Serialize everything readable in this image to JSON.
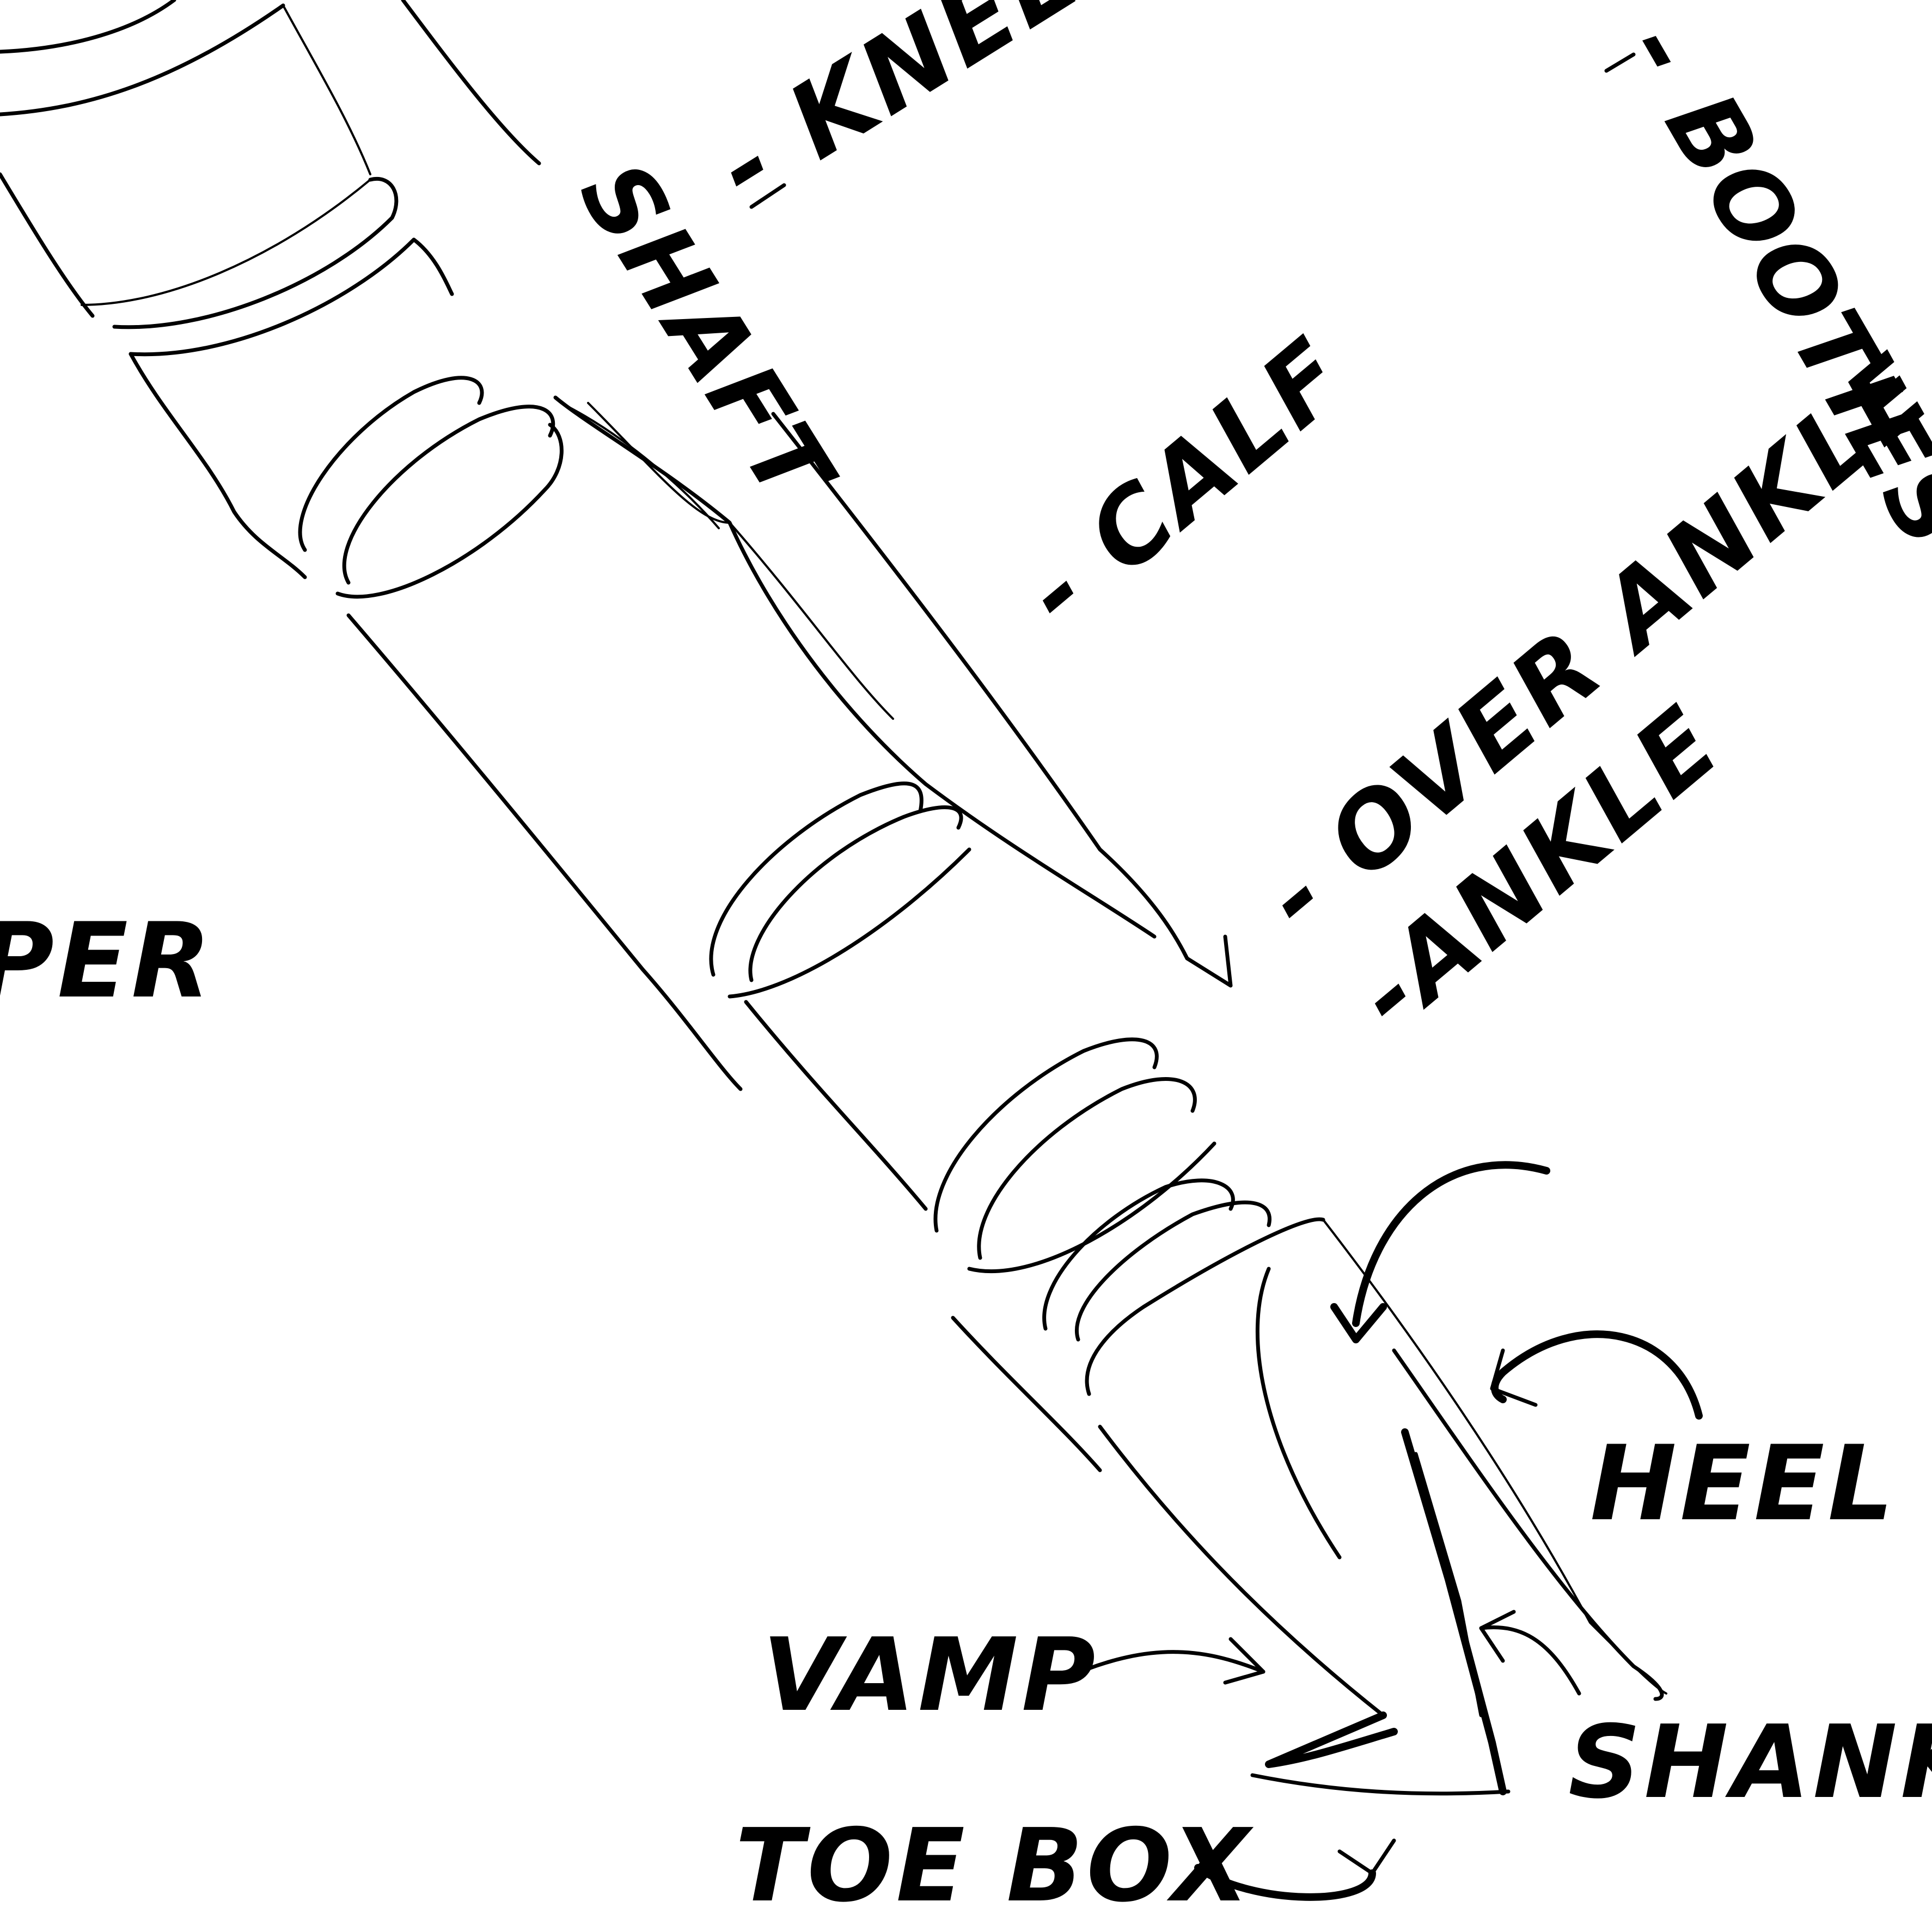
{
  "labels": {
    "knee": "- KNEE",
    "booties": "- BOOTIES",
    "shaft": "SHAFT",
    "calf": "- CALF",
    "over_ankle": "- OVER ANKLE",
    "ankle": "-ANKLE",
    "upper_partial": "PER",
    "heel": "HEEL",
    "vamp": "VAMP",
    "shank": "SHANK",
    "toe_box": "TOE BOX"
  },
  "colors": {
    "ink": "#000000",
    "paper": "#ffffff"
  }
}
